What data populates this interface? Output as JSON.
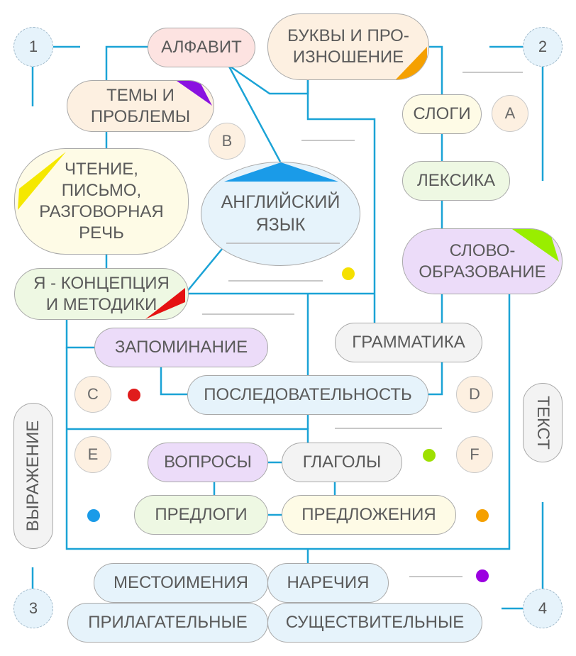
{
  "numbers": {
    "n1": "1",
    "n2": "2",
    "n3": "3",
    "n4": "4"
  },
  "letters": {
    "a": "A",
    "b": "B",
    "c": "C",
    "d": "D",
    "e": "E",
    "f": "F"
  },
  "center": {
    "label": "АНГЛИЙСКИЙ\nЯЗЫК"
  },
  "nodes": {
    "alphabet": "АЛФАВИТ",
    "letters_pronunciation": "БУКВЫ И ПРО-\nИЗНОШЕНИЕ",
    "topics": "ТЕМЫ И\nПРОБЛЕМЫ",
    "syllables": "СЛОГИ",
    "reading": "ЧТЕНИЕ,\nПИСЬМО,\nРАЗГОВОРНАЯ\nРЕЧЬ",
    "vocabulary": "ЛЕКСИКА",
    "word_formation": "СЛОВО-\nОБРАЗОВАНИЕ",
    "self_concept": "Я - КОНЦЕПЦИЯ\nИ МЕТОДИКИ",
    "grammar": "ГРАММАТИКА",
    "memorizing": "ЗАПОМИНАНИЕ",
    "sequence": "ПОСЛЕДОВАТЕЛЬНОСТЬ",
    "text": "ТЕКСТ",
    "expression": "ВЫРАЖЕНИЕ",
    "questions": "ВОПРОСЫ",
    "verbs": "ГЛАГОЛЫ",
    "prepositions": "ПРЕДЛОГИ",
    "sentences": "ПРЕДЛОЖЕНИЯ",
    "pronouns": "МЕСТОИМЕНИЯ",
    "adverbs": "НАРЕЧИЯ",
    "adjectives": "ПРИЛАГАТЕЛЬНЫЕ",
    "nouns": "СУЩЕСТВИТЕЛЬНЫЕ"
  },
  "colors": {
    "line": "#1ba3d6",
    "dot_yellow": "#f5e000",
    "dot_red": "#e01c1c",
    "dot_green": "#9ee000",
    "dot_blue": "#1a9be8",
    "dot_orange": "#f5a000",
    "dot_purple": "#9b00e0",
    "corner_purple": "#8a12e0",
    "corner_orange": "#f5a000",
    "corner_yellow": "#f5e800",
    "corner_green": "#99ee00",
    "corner_red": "#e51212",
    "cap_blue": "#1a9be8"
  }
}
